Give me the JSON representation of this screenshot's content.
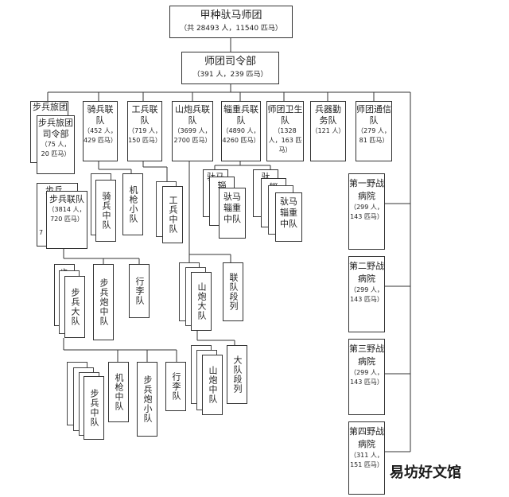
{
  "top": {
    "title": "甲种驮马师团",
    "sub": "（共 28493 人，11540 匹马）"
  },
  "hq": {
    "title": "师团司令部",
    "sub": "（391 人，239 匹马）"
  },
  "row1": [
    {
      "title": "步兵旅团",
      "sub": ""
    },
    {
      "title": "骑兵联队",
      "sub": "（452 人，429 匹马）"
    },
    {
      "title": "工兵联队",
      "sub": "（719 人，150 匹马）"
    },
    {
      "title": "山炮兵联队",
      "sub": "（3699 人，2700 匹马）"
    },
    {
      "title": "辎重兵联队",
      "sub": "（4890 人，4260 匹马）"
    },
    {
      "title": "师团卫生队",
      "sub": "（1328 人，163 匹马）"
    },
    {
      "title": "兵器勤务队",
      "sub": "（121 人）"
    },
    {
      "title": "师团通信队",
      "sub": "（279 人，81 匹马）"
    }
  ],
  "brigade_hq": {
    "title": "步兵旅团司令部",
    "sub": "（75 人，20 匹马）"
  },
  "inf_regiment": {
    "title": "步兵联队",
    "sub": "（3814 人，720 匹马）",
    "partial_back": "步兵",
    "partial_side": "7"
  },
  "cav_sub": {
    "a": "骑兵中队",
    "b": "机枪小队"
  },
  "eng_sub": "工兵中队",
  "transport_sub": {
    "label": "驮马辎重中队",
    "frag": [
      "驮马",
      "辎",
      "驮",
      "辎"
    ]
  },
  "art_sub": {
    "battalion": "山炮大队",
    "train": "联队段列"
  },
  "art_sub2": {
    "company": "山炮中队",
    "train": "大队段列"
  },
  "inf_sub": {
    "battalion": "步兵大队",
    "gun": "步兵炮中队",
    "baggage": "行李队",
    "frag": "步"
  },
  "inf_sub2": {
    "company": "步兵中队",
    "mg": "机枪中队",
    "gun": "步兵炮小队",
    "baggage": "行李队"
  },
  "hospitals": [
    {
      "title": "第一野战病院",
      "sub": "（299 人，143 匹马）"
    },
    {
      "title": "第二野战病院",
      "sub": "（299 人，143 匹马）"
    },
    {
      "title": "第三野战病院",
      "sub": "（299 人，143 匹马）"
    },
    {
      "title": "第四野战病院",
      "sub": "（311 人，151 匹马）"
    }
  ],
  "watermark": "易坊好文馆"
}
